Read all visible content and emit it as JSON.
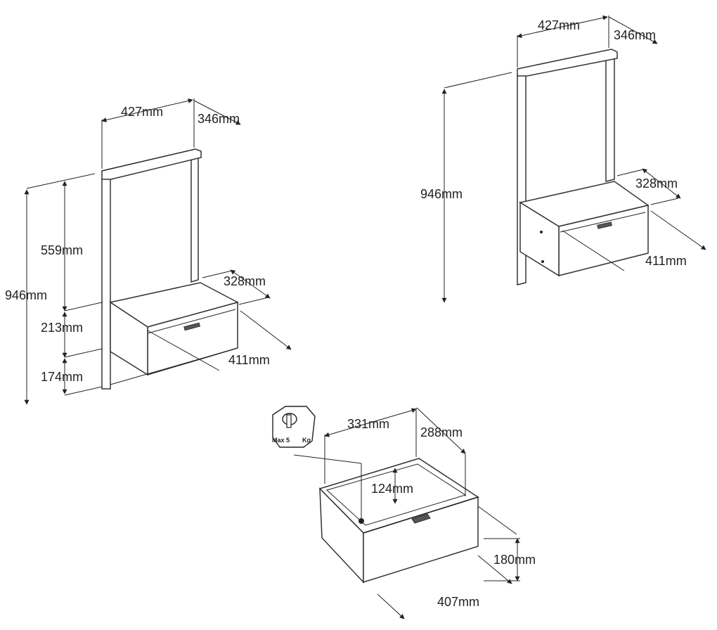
{
  "figure_left": {
    "width": "427mm",
    "depth": "346mm",
    "upper_height": "559mm",
    "total_height": "946mm",
    "drawer_height": "213mm",
    "base_height": "174mm",
    "shelf_depth": "328mm",
    "shelf_width": "411mm"
  },
  "figure_right": {
    "width": "427mm",
    "depth": "346mm",
    "total_height": "946mm",
    "shelf_depth": "328mm",
    "shelf_width": "411mm"
  },
  "drawer": {
    "inner_width": "331mm",
    "inner_depth": "288mm",
    "inner_height": "124mm",
    "front_height": "180mm",
    "front_width": "407mm",
    "load_label_max": "Max 5",
    "load_label_unit": "Kg"
  },
  "colors": {
    "line": "#222222",
    "background": "#ffffff"
  }
}
